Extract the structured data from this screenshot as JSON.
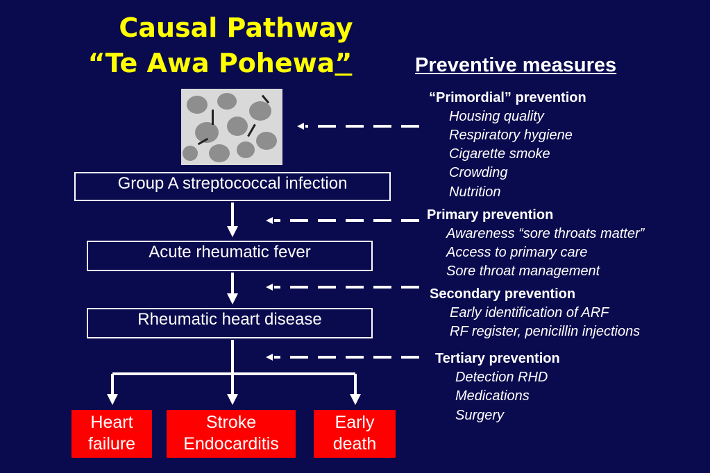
{
  "title": {
    "line1": "Causal Pathway",
    "line2": "“Te Awa Pohewa",
    "line2_end": "”"
  },
  "preventive_heading": "Preventive measures",
  "image_alt": "Group A streptococcus micrograph",
  "pathway": {
    "infection": "Group A streptococcal infection",
    "arf": "Acute rheumatic fever",
    "rhd": "Rheumatic heart disease"
  },
  "outcomes": [
    {
      "line1": "Heart",
      "line2": "failure"
    },
    {
      "line1": "Stroke",
      "line2": "Endocarditis"
    },
    {
      "line1": "Early",
      "line2": "death"
    }
  ],
  "prevention": {
    "primordial": {
      "label": "“Primordial” prevention",
      "items": [
        "Housing quality",
        "Respiratory hygiene",
        "Cigarette smoke",
        "Crowding",
        "Nutrition"
      ]
    },
    "primary": {
      "label": "Primary prevention",
      "items": [
        "Awareness “sore throats matter”",
        "Access to primary care",
        "Sore throat management"
      ]
    },
    "secondary": {
      "label": "Secondary prevention",
      "items": [
        "Early identification of ARF",
        "RF register, penicillin injections"
      ]
    },
    "tertiary": {
      "label": "Tertiary prevention",
      "items": [
        "Detection RHD",
        "Medications",
        "Surgery"
      ]
    }
  },
  "colors": {
    "background": "#0a0a4e",
    "title": "#ffff00",
    "outcome_box": "#ff0000",
    "text": "#ffffff"
  }
}
